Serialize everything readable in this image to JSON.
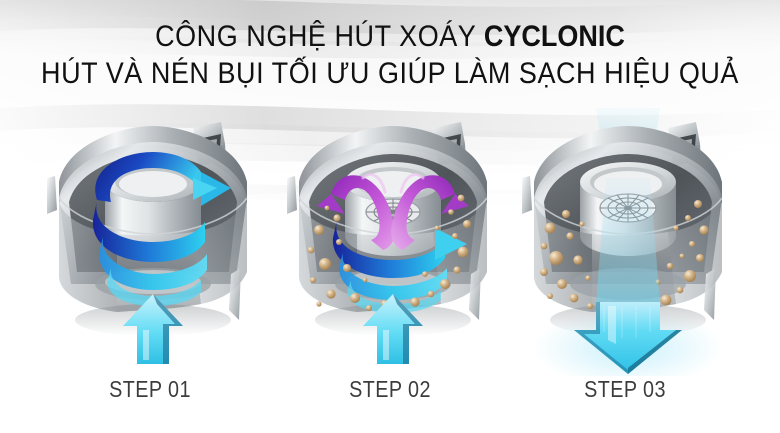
{
  "headline": {
    "line1_regular": "CÔNG NGHỆ HÚT XOÁY ",
    "line1_bold": "CYCLONIC",
    "line2": "HÚT VÀ NÉN BỤI TỐI ƯU GIÚP LÀM SẠCH HIỆU QUẢ"
  },
  "steps": [
    {
      "label": "STEP 01",
      "icon": "cyclone-bin-intake-icon",
      "arrow_icon": "arrow-up-icon",
      "description_visual": "Dust bin with blue-to-cyan spiral vortex arrow, clean bin, cyan intake arrow entering from below"
    },
    {
      "label": "STEP 02",
      "icon": "cyclone-bin-separation-icon",
      "arrow_icon": "arrow-up-icon",
      "description_visual": "Dust bin with purple looping arrows over mesh filter, cyan spiral, tan dust particles separated to bin walls"
    },
    {
      "label": "STEP 03",
      "icon": "cyclone-bin-exhaust-icon",
      "arrow_icon": "arrow-down-icon",
      "description_visual": "Dust bin filled with compacted tan dust, clean cyan air beam exhausting downward"
    }
  ],
  "colors": {
    "background": "#fdfdfd",
    "headline_text": "#111111",
    "step_label_text": "#3c3c3c",
    "cyan_arrow": "#3fd2f2",
    "cyan_arrow_light": "#bff0fb",
    "arrow_edge_dark": "#1b6f93",
    "vortex_blue_dark": "#1a2f9e",
    "vortex_blue_mid": "#1d6ad8",
    "vortex_cyan": "#2ad0f0",
    "purple_dark": "#9a2fc0",
    "purple_light": "#d97ae4",
    "dust_particle": "#c8a878",
    "dust_particle_light": "#e8d4b0",
    "bin_metal_light": "#e9ebec",
    "bin_metal_mid": "#a9aeb2",
    "bin_metal_dark": "#5d6368"
  }
}
